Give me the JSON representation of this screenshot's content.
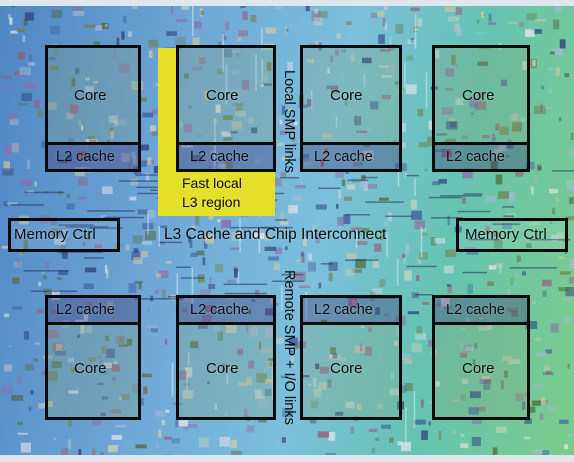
{
  "labels": {
    "core": "Core",
    "l2_cache": "L2 cache",
    "memory_ctrl": "Memory Ctrl",
    "l3_interconnect": "L3 Cache and Chip Interconnect",
    "fast_l3_line1": "Fast local",
    "fast_l3_line2": "L3 region",
    "local_smp": "Local SMP links",
    "remote_smp": "Remote SMP + I/O links"
  },
  "colors": {
    "outline": "#0a0a0a",
    "fast_l3_highlight": "#e4e02a",
    "die_left": "#4f86c4",
    "die_right": "#7ccc8a"
  }
}
